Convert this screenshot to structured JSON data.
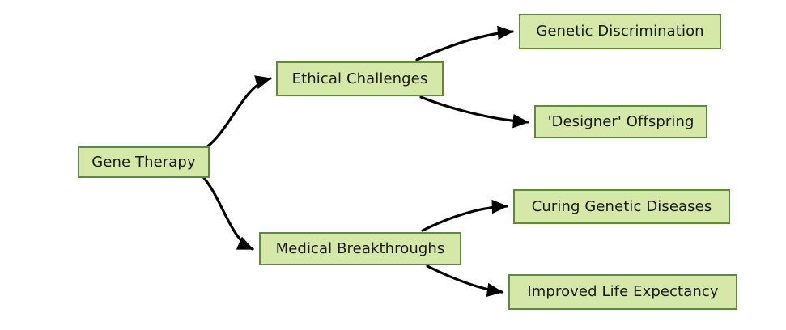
{
  "diagram": {
    "type": "flowchart",
    "direction": "left-to-right",
    "colors": {
      "node_fill": "#d5e8a8",
      "node_border": "#5d8a3c",
      "node_text": "#1a1a1a",
      "edge": "#000000",
      "background": "#ffffff"
    },
    "nodes": [
      {
        "id": "root",
        "label": "Gene Therapy"
      },
      {
        "id": "ethical",
        "label": "Ethical Challenges"
      },
      {
        "id": "medical",
        "label": "Medical Breakthroughs"
      },
      {
        "id": "discrim",
        "label": "Genetic Discrimination"
      },
      {
        "id": "designer",
        "label": "'Designer' Offspring"
      },
      {
        "id": "curing",
        "label": "Curing Genetic Diseases"
      },
      {
        "id": "expectancy",
        "label": "Improved Life Expectancy"
      }
    ],
    "edges": [
      {
        "from": "Gene Therapy",
        "to": "Ethical Challenges",
        "arrow": "arrowhead-icon"
      },
      {
        "from": "Gene Therapy",
        "to": "Medical Breakthroughs",
        "arrow": "arrowhead-icon"
      },
      {
        "from": "Ethical Challenges",
        "to": "Genetic Discrimination",
        "arrow": "arrowhead-icon"
      },
      {
        "from": "Ethical Challenges",
        "to": "'Designer' Offspring",
        "arrow": "arrowhead-icon"
      },
      {
        "from": "Medical Breakthroughs",
        "to": "Curing Genetic Diseases",
        "arrow": "arrowhead-icon"
      },
      {
        "from": "Medical Breakthroughs",
        "to": "Improved Life Expectancy",
        "arrow": "arrowhead-icon"
      }
    ]
  }
}
